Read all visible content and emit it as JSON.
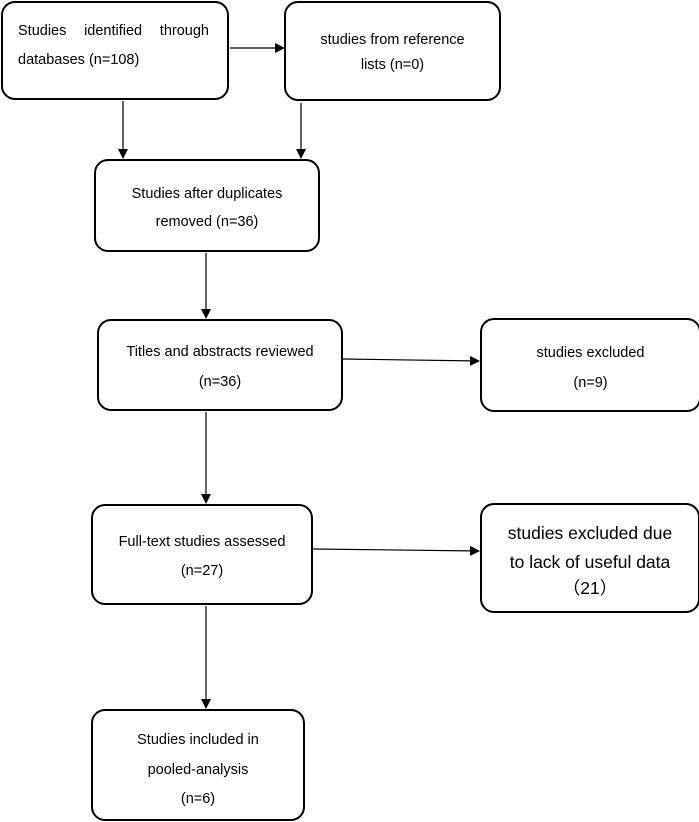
{
  "diagram": {
    "boxes": {
      "identified": {
        "line1_words": [
          "Studies",
          "identified",
          "through"
        ],
        "line2": "databases (n=108)"
      },
      "references": {
        "line1": "studies from reference",
        "line2": "lists (n=0)"
      },
      "duplicates": {
        "line1": "Studies after duplicates",
        "line2": "removed (n=36)"
      },
      "screened": {
        "line1": "Titles and abstracts reviewed",
        "line2": "(n=36)"
      },
      "excluded_screen": {
        "line1": "studies excluded",
        "line2": "(n=9)"
      },
      "fulltext": {
        "line1": "Full-text studies assessed",
        "line2": "(n=27)"
      },
      "excluded_fulltext": {
        "line1": "studies excluded due",
        "line2": "to lack of useful data",
        "line3": "（21）"
      },
      "included": {
        "line1": "Studies included in",
        "line2": "pooled-analysis",
        "line3": "(n=6)"
      }
    }
  }
}
